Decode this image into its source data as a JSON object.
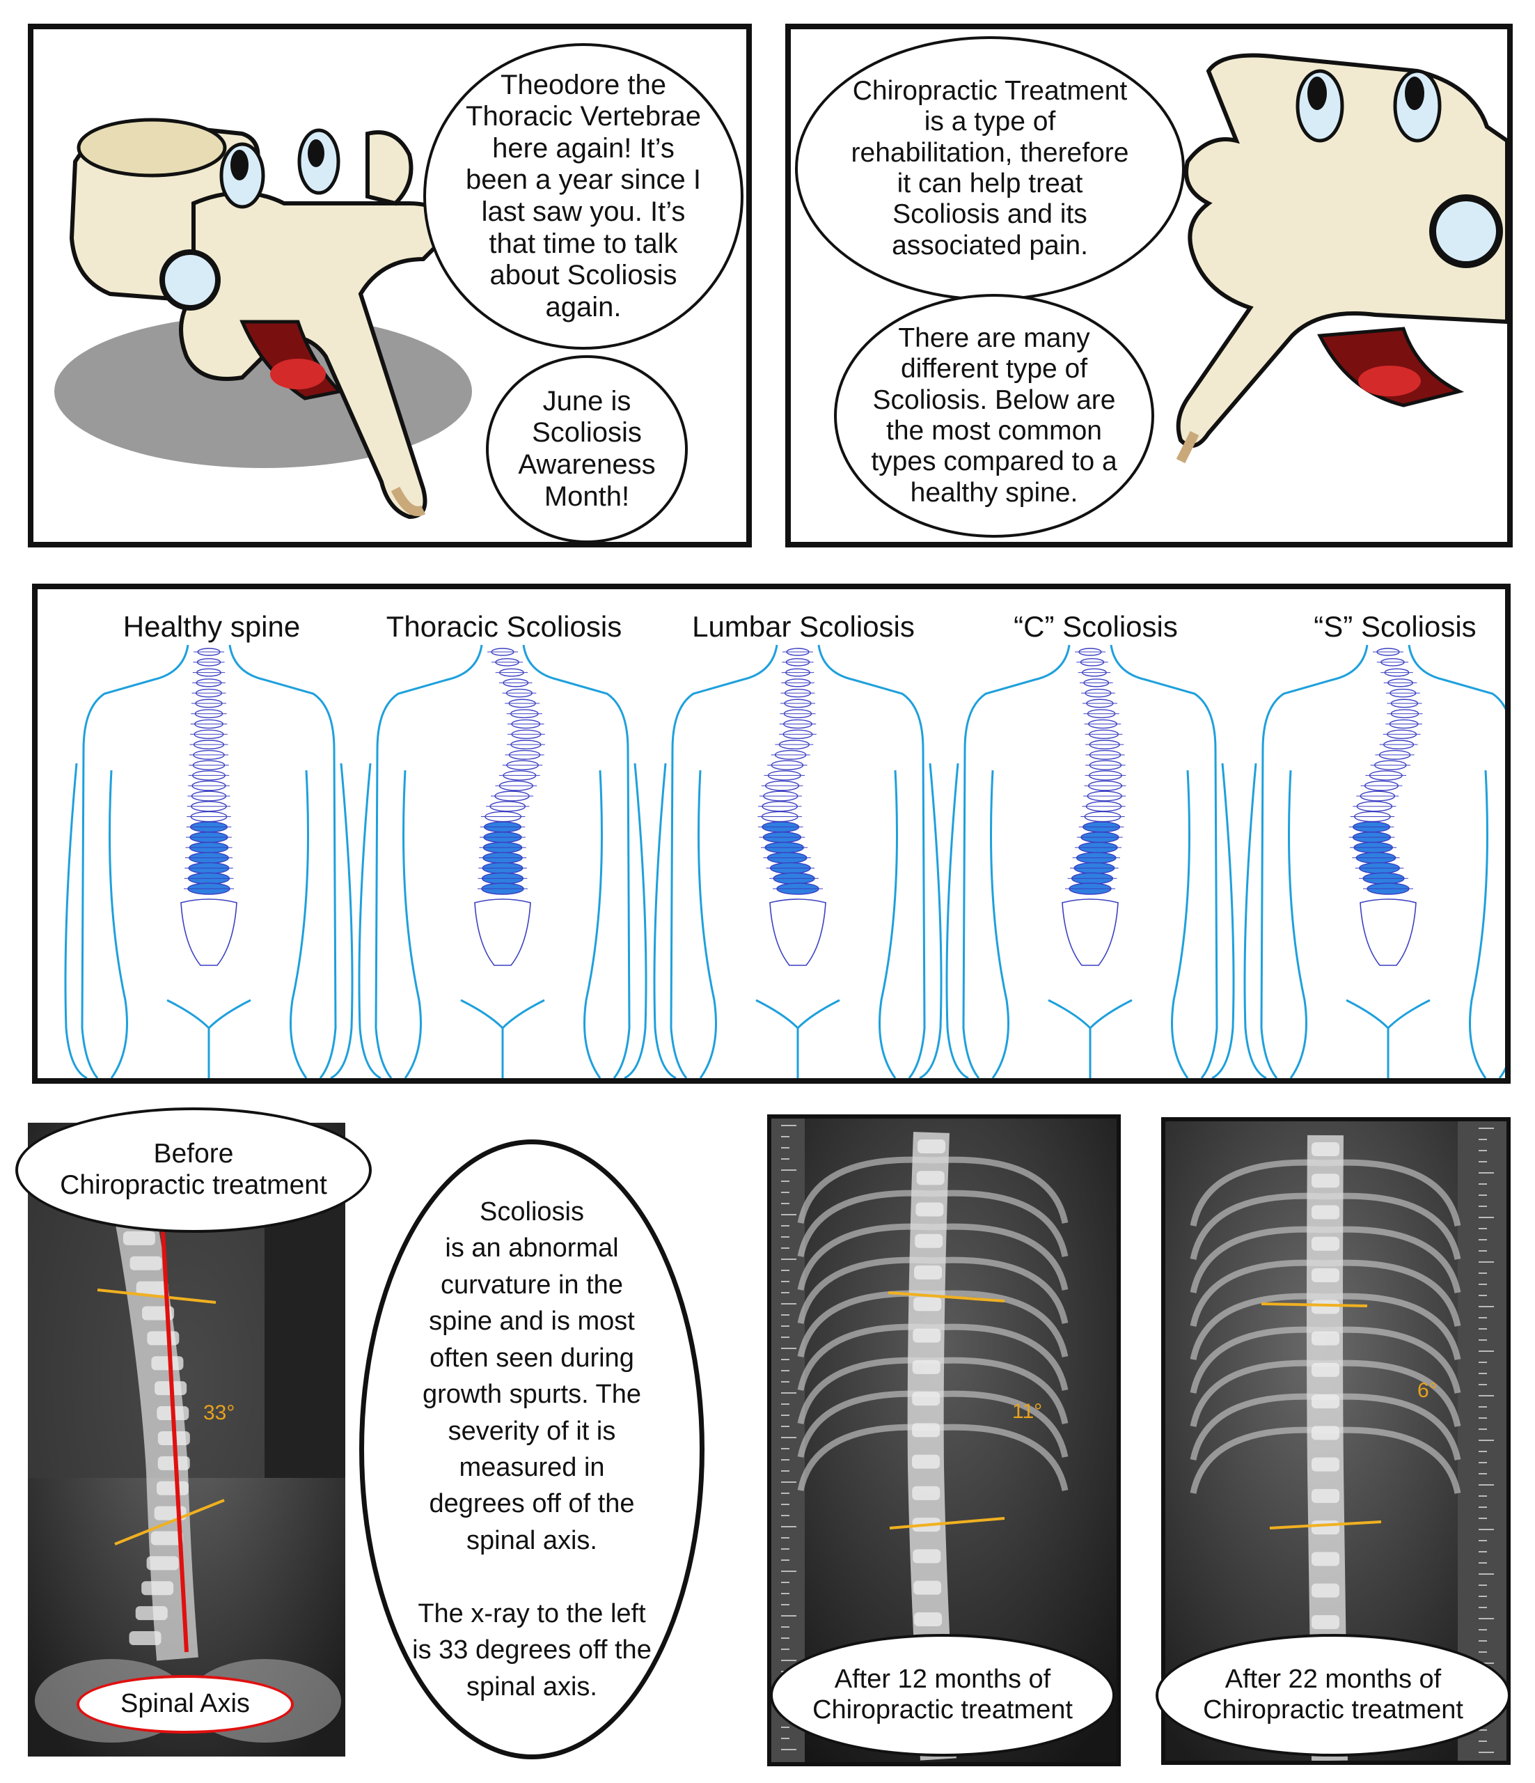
{
  "panel1": {
    "speech_main": "Theodore the\nThoracic Vertebrae\nhere again! It’s\nbeen a year since I\nlast saw you. It’s\nthat time to talk\nabout Scoliosis\nagain.",
    "speech_small": "June is\nScoliosis\nAwareness\nMonth!"
  },
  "panel2": {
    "speech_top": "Chiropractic Treatment\nis a type of\nrehabilitation, therefore\nit can help treat\nScoliosis and its\nassociated pain.",
    "speech_bottom": "There are many\ndifferent type of\nScoliosis. Below are\nthe most common\ntypes compared to a\nhealthy spine."
  },
  "spine_types": {
    "labels": [
      "Healthy spine",
      "Thoracic Scoliosis",
      "Lumbar Scoliosis",
      "“C” Scoliosis",
      "“S” Scoliosis"
    ]
  },
  "xray_before": {
    "caption": "Before\nChiropractic treatment",
    "angle": "33°",
    "axis_label": "Spinal Axis"
  },
  "explanation": {
    "text": "Scoliosis\nis an abnormal\ncurvature in the\nspine and is most\noften seen during\ngrowth spurts. The\nseverity of it is\nmeasured in\ndegrees off of the\nspinal axis.\n\nThe x-ray to the left\nis 33 degrees off the\nspinal axis."
  },
  "xray_12": {
    "caption": "After 12 months of\nChiropractic treatment",
    "angle": "11°"
  },
  "xray_22": {
    "caption": "After 22 months of\nChiropractic treatment",
    "angle": "6°"
  },
  "colors": {
    "outline": "#1ea0dc",
    "vertebra": "#3b3fc2",
    "bone": "#f1ead0",
    "bone_shade": "#c9a87a",
    "red_line": "#e01010",
    "measure_line": "#f0b020"
  }
}
